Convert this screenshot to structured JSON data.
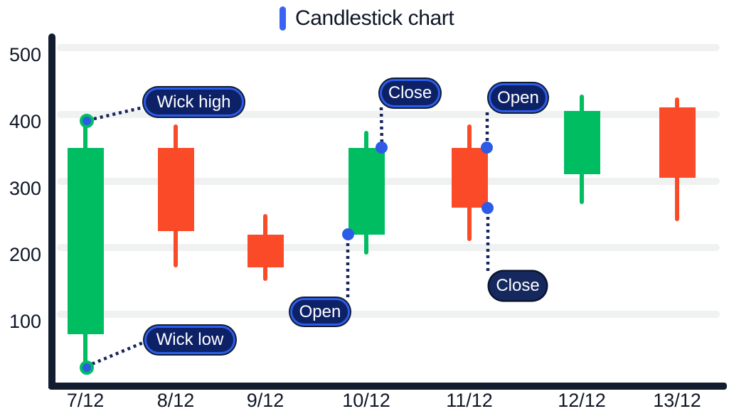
{
  "title": {
    "text": "Candlestick chart"
  },
  "colors": {
    "bullish": "#00bd62",
    "bearish": "#fb4a27",
    "marker": "#2e5be6",
    "pill_fill": "#0d2167",
    "pill_fill_alt": "#15295e",
    "pill_border": "#2d5ce8",
    "axis": "#131d30",
    "gridline": "#f0f1f1",
    "connector": "#16255c",
    "title_accent": "#3a63f3",
    "text": "#0e1626",
    "background": "#ffffff"
  },
  "chart_data": {
    "type": "candlestick",
    "title": "Candlestick chart",
    "x_labels": [
      "7/12",
      "8/12",
      "9/12",
      "10/12",
      "11/12",
      "12/12",
      "13/12"
    ],
    "y_ticks": [
      500,
      400,
      300,
      200,
      100
    ],
    "ylim": [
      0,
      540
    ],
    "grid": "horizontal-only",
    "candles": [
      {
        "date": "7/12",
        "open": 70,
        "high": 390,
        "low": 20,
        "close": 350,
        "direction": "bullish"
      },
      {
        "date": "8/12",
        "open": 350,
        "high": 385,
        "low": 170,
        "close": 225,
        "direction": "bearish"
      },
      {
        "date": "9/12",
        "open": 220,
        "high": 250,
        "low": 150,
        "close": 170,
        "direction": "bearish"
      },
      {
        "date": "10/12",
        "open": 220,
        "high": 375,
        "low": 190,
        "close": 350,
        "direction": "bullish"
      },
      {
        "date": "11/12",
        "open": 350,
        "high": 385,
        "low": 210,
        "close": 260,
        "direction": "bearish"
      },
      {
        "date": "12/12",
        "open": 310,
        "high": 430,
        "low": 265,
        "close": 405,
        "direction": "bullish"
      },
      {
        "date": "13/12",
        "open": 410,
        "high": 425,
        "low": 240,
        "close": 305,
        "direction": "bearish"
      }
    ]
  },
  "annotations": [
    {
      "id": "wick-high",
      "label": "Wick high"
    },
    {
      "id": "wick-low",
      "label": "Wick low"
    },
    {
      "id": "close-10-12",
      "label": "Close"
    },
    {
      "id": "open-11-12",
      "label": "Open"
    },
    {
      "id": "open-10-12",
      "label": "Open"
    },
    {
      "id": "close-11-12",
      "label": "Close"
    }
  ]
}
